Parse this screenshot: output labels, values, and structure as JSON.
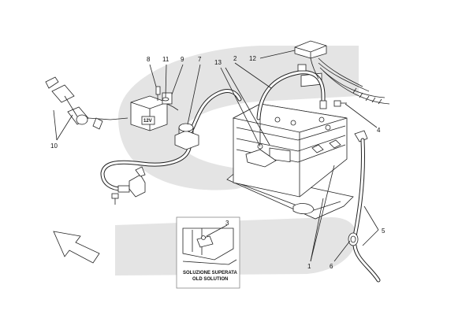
{
  "callouts": {
    "c1": "1",
    "c2": "2",
    "c3": "3",
    "c4": "4",
    "c5": "5",
    "c6": "6",
    "c7": "7",
    "c8": "8",
    "c9": "9",
    "c10": "10",
    "c11": "11",
    "c12": "12",
    "c13": "13"
  },
  "relay_label": "12V",
  "inset": {
    "line1": "SOLUZIONE SUPERATA",
    "line2": "OLD SOLUTION"
  },
  "colors": {
    "swoosh": "#e4e4e4",
    "ink": "#222222"
  }
}
